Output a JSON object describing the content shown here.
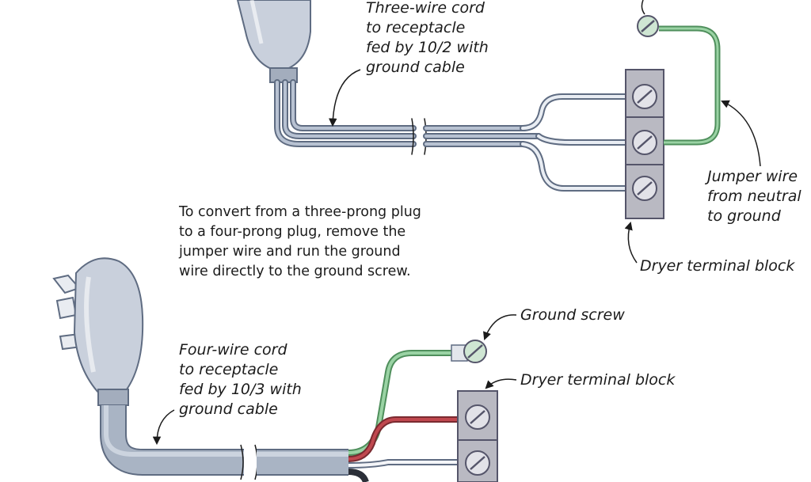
{
  "labels": {
    "three_wire": [
      "Three-wire cord",
      "to receptacle",
      "fed by 10/2 with",
      "ground cable"
    ],
    "jumper": [
      "Jumper wire",
      "from neutral",
      "to ground"
    ],
    "terminal_top": "Dryer terminal block",
    "instruction": [
      "To convert from a three-prong plug",
      "to a four-prong plug, remove the",
      "jumper wire and run the ground",
      "wire directly to the ground screw."
    ],
    "ground_screw": "Ground screw",
    "four_wire": [
      "Four-wire cord",
      "to receptacle",
      "fed by 10/3 with",
      "ground cable"
    ],
    "terminal_bottom": "Dryer terminal block"
  },
  "colors": {
    "cord": "#9aa6b8",
    "cord_dark": "#5f6c82",
    "ground": "#7cc08a",
    "hot_red": "#c0484f",
    "block": "#b9b9c2",
    "ink": "#1b1b1b"
  }
}
